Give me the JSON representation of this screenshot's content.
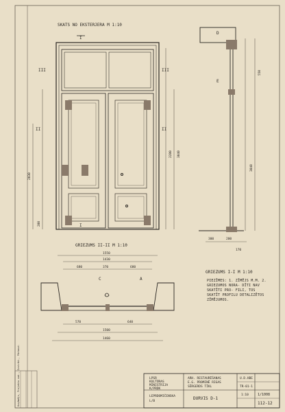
{
  "titles": {
    "front_view": "SKATS NO EKSTERJERA M 1:10",
    "section_2": "GRIEZUMS II-II M 1:10",
    "section_1": "GRIEZUMS I-I M 1:10"
  },
  "markers": {
    "I_top": "I",
    "I_bottom": "I",
    "II_left": "II",
    "II_right": "II",
    "III_left": "III",
    "III_right": "III",
    "D": "D",
    "E": "E",
    "A": "A",
    "C": "C"
  },
  "notes": {
    "section_note": "PIEZĪMES: 1. ZĪMĒJS M.M. 2. GRIEZUMOS NORA- DĪTI NAV SKATĪTI PRO- FILI, TOS SKATĪT PROFILU DETALIZĒTOS ZĪMĒJUMOS."
  },
  "dimensions": {
    "overall_width": "1550",
    "inner_width": "1430",
    "panel_left": "680",
    "panel_mid": "370",
    "panel_right": "680",
    "plan_a": "570",
    "plan_b": "1500",
    "plan_c": "1460",
    "plan_d": "640",
    "height_total": "2030",
    "height_door": "2280",
    "height_mid": "3040",
    "height_small": "550",
    "depth_a": "300",
    "depth_b": "200",
    "depth_c": "170"
  },
  "titleblock": {
    "org_line1": "LPSR",
    "org_line2": "KULTŪRAS",
    "org_line3": "MINISTRIJA",
    "org_line4": "K/PRDK",
    "project_line": "LEPRDOMIČENSKA",
    "project_line2": "L/B",
    "object_line1": "ARH. RESTAURĒŠANAS",
    "object_line2": "E.G. PROMINĒ RIGAS",
    "object_line3": "SĒRGERDS TĪKL",
    "sheet_title": "DURVIS D-1",
    "scale": "1:10",
    "stage": "TR-01-1",
    "code1": "U.D.HBE",
    "number": "1/1008",
    "sheet_no": "112-12",
    "signatures": "Uzņēmējs, Projekta vad., Izstrād., Pārbaud."
  }
}
